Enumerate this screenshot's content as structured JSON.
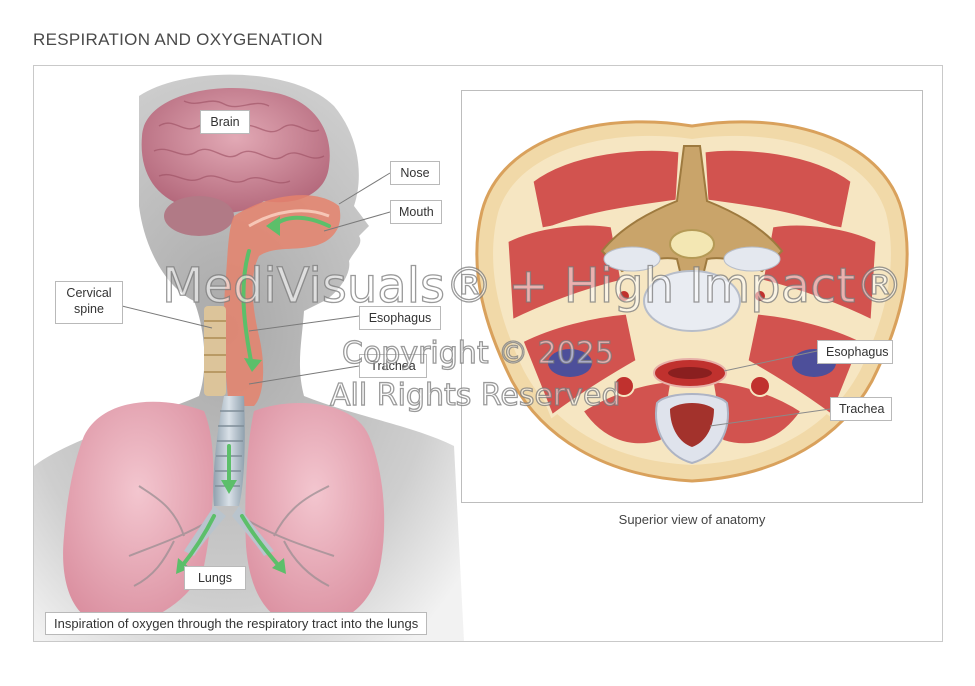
{
  "title": "RESPIRATION AND OXYGENATION",
  "left_figure": {
    "labels": {
      "brain": "Brain",
      "nose": "Nose",
      "mouth": "Mouth",
      "cervical_spine": "Cervical spine",
      "esophagus": "Esophagus",
      "trachea": "Trachea",
      "lungs": "Lungs"
    },
    "caption": "Inspiration of oxygen through the respiratory tract into the lungs"
  },
  "right_figure": {
    "labels": {
      "esophagus": "Esophagus",
      "trachea": "Trachea"
    },
    "caption": "Superior view of anatomy"
  },
  "watermark": {
    "line1": "MediVisuals® + High Impact®",
    "line2": "Copyright © 2025",
    "line3": "All Rights Reserved"
  },
  "colors": {
    "muscle": "#d2534f",
    "brain": "#d08a9a",
    "lung": "#e7a9b6",
    "bone": "#e9d9b6",
    "arrow": "#5cbf6a",
    "vein": "#4d4f9a",
    "artery": "#c0312e"
  }
}
